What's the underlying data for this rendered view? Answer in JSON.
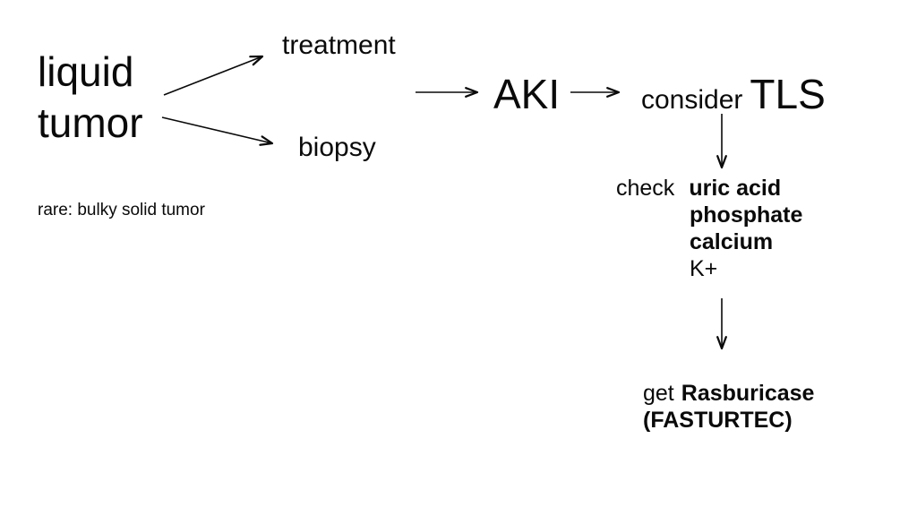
{
  "colors": {
    "ink": "#0a0a0a",
    "background": "#ffffff"
  },
  "diagram": {
    "liquid_tumor": {
      "line1": "liquid",
      "line2": "tumor"
    },
    "treatment": "treatment",
    "biopsy": "biopsy",
    "note": "rare: bulky solid tumor",
    "aki": "AKI",
    "consider": "consider",
    "tls": "TLS",
    "check": {
      "label": "check",
      "items": [
        "uric acid",
        "phosphate",
        "calcium",
        "K+"
      ]
    },
    "get": {
      "label": "get",
      "drug": "Rasburicase",
      "brand": "(FASTURTEC)"
    },
    "edges": [
      {
        "from": "liquid tumor",
        "to": "treatment"
      },
      {
        "from": "liquid tumor",
        "to": "biopsy"
      },
      {
        "from": "treatment / biopsy",
        "to": "AKI"
      },
      {
        "from": "AKI",
        "to": "consider TLS"
      },
      {
        "from": "consider TLS",
        "to": "check uric acid, phosphate, calcium, K+"
      },
      {
        "from": "check list",
        "to": "get Rasburicase (FASTURTEC)"
      }
    ]
  }
}
